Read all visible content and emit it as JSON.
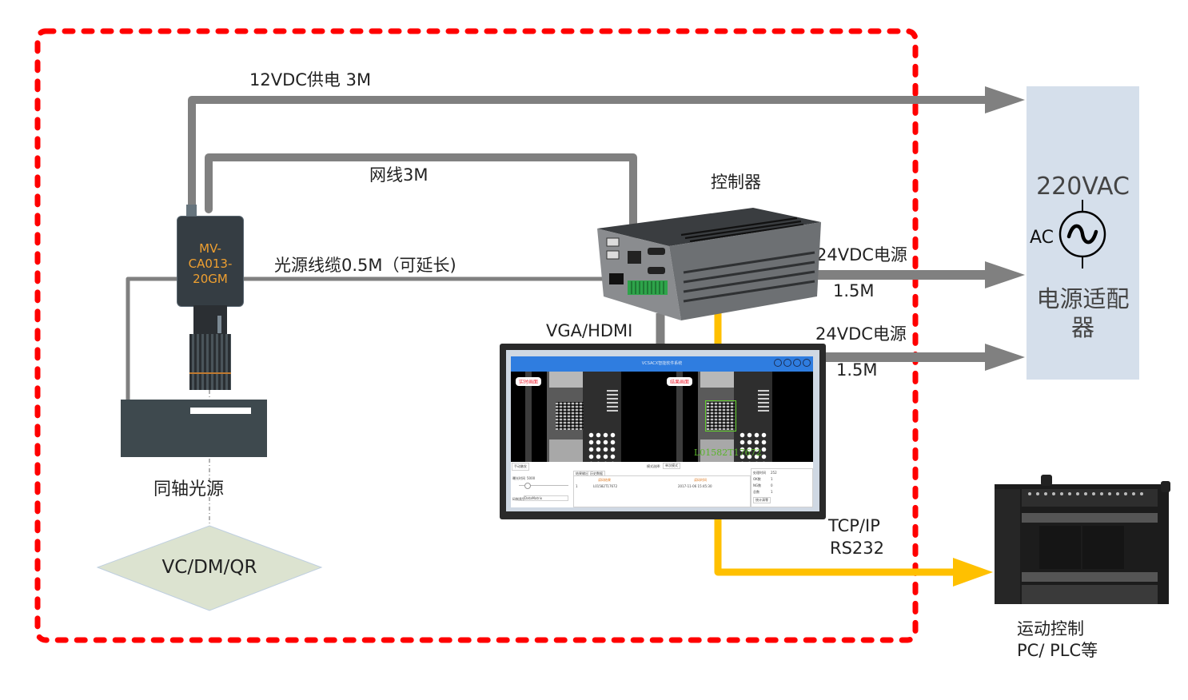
{
  "diagram": {
    "title": "视觉读码系统连接示意图",
    "boundary": {
      "style": "red-dashed",
      "color": "#ff0000"
    },
    "colors": {
      "cable_gray": "#808080",
      "cable_yellow": "#ffc000",
      "adapter_bg": "#d5dfeb",
      "camera_body": "#353d43",
      "camera_model_text": "#f0a030",
      "target_fill": "#dce3d0",
      "app_titlebar": "#2f7de0",
      "decode_green": "#5ab52a"
    }
  },
  "nodes": {
    "camera": {
      "model": "MV-CA013-20GM",
      "model_lines": [
        "MV-",
        "CA013-",
        "20GM"
      ]
    },
    "light": {
      "label": "同轴光源"
    },
    "target": {
      "label": "VC/DM/QR"
    },
    "controller": {
      "label": "控制器"
    },
    "adapter": {
      "voltage": "220VAC",
      "ac_label": "AC",
      "icon": "ac-source-icon",
      "name": "电源适配器",
      "name_lines": [
        "电源适配",
        "器"
      ]
    },
    "plc": {
      "label_line1": "运动控制",
      "label_line2": "PC/ PLC等"
    }
  },
  "connections": [
    {
      "id": "camera-power",
      "label": "12VDC供电 3M",
      "from": "camera",
      "to": "adapter",
      "color": "gray",
      "arrow": true
    },
    {
      "id": "camera-network",
      "label": "网线3M",
      "from": "camera",
      "to": "controller",
      "color": "gray",
      "arrow": false
    },
    {
      "id": "light-cable",
      "label": "光源线缆0.5M（可延长)",
      "from": "light",
      "to": "controller",
      "color": "gray",
      "arrow": false
    },
    {
      "id": "controller-power",
      "label": "24VDC电源",
      "sublabel": "1.5M",
      "from": "controller",
      "to": "adapter",
      "color": "gray",
      "arrow": true
    },
    {
      "id": "monitor-power",
      "label": "24VDC电源",
      "sublabel": "1.5M",
      "from": "monitor",
      "to": "adapter",
      "color": "gray",
      "arrow": true
    },
    {
      "id": "video",
      "label": "VGA/HDMI",
      "from": "controller",
      "to": "monitor",
      "color": "gray",
      "arrow": false
    },
    {
      "id": "comm",
      "label_line1": "TCP/IP",
      "label_line2": "RS232",
      "from": "controller",
      "to": "plc",
      "color": "yellow",
      "arrow": true
    }
  ],
  "monitor_app": {
    "title": "VCSACX智能软件系统",
    "window_controls": [
      "settings-icon",
      "minimize-icon",
      "lock-icon",
      "close-icon"
    ],
    "views": [
      {
        "tag": "实时画面"
      },
      {
        "tag": "结果画面",
        "decoded": "L01582T17672"
      }
    ],
    "toolbar": {
      "left_button": "手动触发",
      "mode_label": "模式选择:",
      "mode_value": "单次模式"
    },
    "left_panel": {
      "exposure_label": "曝光时间",
      "exposure_value": "5000",
      "code_type_label": "码制类型",
      "code_type_value": "DataMatrix"
    },
    "tabs": [
      "结果输出",
      "历史数据"
    ],
    "table": {
      "columns": [
        "",
        "读码结果",
        "读码时间"
      ],
      "rows": [
        [
          "1",
          "L01582T17672",
          "2017-11-06 15:45:30"
        ]
      ]
    },
    "stats": [
      {
        "label": "处理时间",
        "value": "252"
      },
      {
        "label": "OK数",
        "value": "1"
      },
      {
        "label": "NG数",
        "value": "0"
      },
      {
        "label": "总数",
        "value": "1"
      }
    ],
    "reset_button": "统计清零"
  }
}
